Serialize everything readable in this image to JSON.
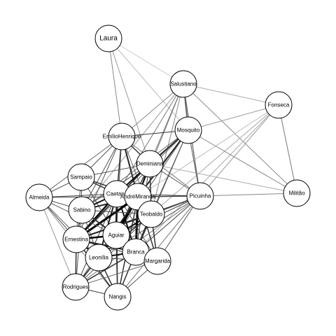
{
  "nodes": [
    {
      "id": "Laura",
      "label": "Laura"
    },
    {
      "id": "Salustiano",
      "label": "Salustiano"
    },
    {
      "id": "Fonseca",
      "label": "Fonseca"
    },
    {
      "id": "EmilioHenrique",
      "label": "EmílioHenrique"
    },
    {
      "id": "Mosquito",
      "label": "Mosquito"
    },
    {
      "id": "Deminiana",
      "label": "Deminiana"
    },
    {
      "id": "Sampaio",
      "label": "Sampaio"
    },
    {
      "id": "Caetano",
      "label": "Caetano"
    },
    {
      "id": "AndreMiranda",
      "label": "AndréMiranda"
    },
    {
      "id": "Almeida",
      "label": "Almeida"
    },
    {
      "id": "Picuinha",
      "label": "Picuinha"
    },
    {
      "id": "Militao",
      "label": "Militão"
    },
    {
      "id": "Sabino",
      "label": "Sabino"
    },
    {
      "id": "Teobaldo",
      "label": "Teobaldo"
    },
    {
      "id": "Aguiar",
      "label": "Aguiar"
    },
    {
      "id": "Ernestina",
      "label": "Ernestina"
    },
    {
      "id": "Branca",
      "label": "Branca"
    },
    {
      "id": "Leonilia",
      "label": "Leonília"
    },
    {
      "id": "Margarida",
      "label": "Margarida"
    },
    {
      "id": "Rodrigues",
      "label": "Rodrigues"
    },
    {
      "id": "Nangis",
      "label": "Nangis"
    }
  ],
  "edges": [
    [
      "Laura",
      "Salustiano",
      1,
      "#cccccc"
    ],
    [
      "Laura",
      "EmilioHenrique",
      1,
      "#888888"
    ],
    [
      "Laura",
      "Deminiana",
      1,
      "#999999"
    ],
    [
      "Laura",
      "Mosquito",
      1,
      "#bbbbbb"
    ],
    [
      "Salustiano",
      "Fonseca",
      1,
      "#aaaaaa"
    ],
    [
      "Salustiano",
      "Mosquito",
      1.5,
      "#555555"
    ],
    [
      "Salustiano",
      "Picuinha",
      1.2,
      "#666666"
    ],
    [
      "Salustiano",
      "Militao",
      1,
      "#888888"
    ],
    [
      "Salustiano",
      "Deminiana",
      1,
      "#777777"
    ],
    [
      "Salustiano",
      "Caetano",
      1,
      "#777777"
    ],
    [
      "Salustiano",
      "AndreMiranda",
      1,
      "#777777"
    ],
    [
      "Salustiano",
      "EmilioHenrique",
      1,
      "#888888"
    ],
    [
      "Salustiano",
      "Sabino",
      1,
      "#999999"
    ],
    [
      "Salustiano",
      "Teobaldo",
      1,
      "#888888"
    ],
    [
      "Fonseca",
      "Militao",
      1,
      "#777777"
    ],
    [
      "Fonseca",
      "Mosquito",
      1,
      "#999999"
    ],
    [
      "Fonseca",
      "Picuinha",
      1,
      "#999999"
    ],
    [
      "Fonseca",
      "Teobaldo",
      1,
      "#aaaaaa"
    ],
    [
      "Fonseca",
      "Branca",
      1,
      "#aaaaaa"
    ],
    [
      "Fonseca",
      "AndreMiranda",
      1,
      "#bbbbbb"
    ],
    [
      "Militao",
      "Picuinha",
      1,
      "#888888"
    ],
    [
      "Militao",
      "Mosquito",
      1,
      "#888888"
    ],
    [
      "Militao",
      "Deminiana",
      1,
      "#aaaaaa"
    ],
    [
      "EmilioHenrique",
      "Mosquito",
      1,
      "#333333"
    ],
    [
      "EmilioHenrique",
      "Deminiana",
      1.5,
      "#333333"
    ],
    [
      "EmilioHenrique",
      "Sampaio",
      1,
      "#555555"
    ],
    [
      "EmilioHenrique",
      "Caetano",
      1.5,
      "#333333"
    ],
    [
      "EmilioHenrique",
      "AndreMiranda",
      2,
      "#222222"
    ],
    [
      "EmilioHenrique",
      "Almeida",
      1,
      "#666666"
    ],
    [
      "EmilioHenrique",
      "Sabino",
      1,
      "#555555"
    ],
    [
      "EmilioHenrique",
      "Ernestina",
      1,
      "#555555"
    ],
    [
      "EmilioHenrique",
      "Teobaldo",
      1,
      "#666666"
    ],
    [
      "EmilioHenrique",
      "Aguiar",
      1,
      "#555555"
    ],
    [
      "EmilioHenrique",
      "Picuinha",
      1,
      "#777777"
    ],
    [
      "Mosquito",
      "Deminiana",
      2,
      "#222222"
    ],
    [
      "Mosquito",
      "AndreMiranda",
      2,
      "#222222"
    ],
    [
      "Mosquito",
      "Caetano",
      1.5,
      "#333333"
    ],
    [
      "Mosquito",
      "Teobaldo",
      1,
      "#444444"
    ],
    [
      "Mosquito",
      "Picuinha",
      1,
      "#555555"
    ],
    [
      "Mosquito",
      "Aguiar",
      1,
      "#555555"
    ],
    [
      "Mosquito",
      "Sabino",
      1,
      "#666666"
    ],
    [
      "Mosquito",
      "Ernestina",
      1,
      "#666666"
    ],
    [
      "Mosquito",
      "Branca",
      1,
      "#666666"
    ],
    [
      "Deminiana",
      "AndreMiranda",
      2,
      "#111111"
    ],
    [
      "Deminiana",
      "Caetano",
      2,
      "#111111"
    ],
    [
      "Deminiana",
      "Teobaldo",
      1.5,
      "#333333"
    ],
    [
      "Deminiana",
      "Sampaio",
      1,
      "#555555"
    ],
    [
      "Deminiana",
      "Aguiar",
      1.5,
      "#333333"
    ],
    [
      "Deminiana",
      "Ernestina",
      1.5,
      "#222222"
    ],
    [
      "Deminiana",
      "Picuinha",
      1,
      "#555555"
    ],
    [
      "Deminiana",
      "Sabino",
      1,
      "#444444"
    ],
    [
      "Deminiana",
      "Branca",
      1,
      "#444444"
    ],
    [
      "Sampaio",
      "Caetano",
      1.5,
      "#333333"
    ],
    [
      "Sampaio",
      "Almeida",
      1,
      "#555555"
    ],
    [
      "Sampaio",
      "Sabino",
      1,
      "#555555"
    ],
    [
      "Sampaio",
      "AndreMiranda",
      1.5,
      "#333333"
    ],
    [
      "Sampaio",
      "Ernestina",
      1,
      "#555555"
    ],
    [
      "Sampaio",
      "Aguiar",
      1,
      "#555555"
    ],
    [
      "Caetano",
      "AndreMiranda",
      3,
      "#000000"
    ],
    [
      "Caetano",
      "Sabino",
      2,
      "#111111"
    ],
    [
      "Caetano",
      "Almeida",
      1,
      "#444444"
    ],
    [
      "Caetano",
      "Ernestina",
      2.5,
      "#111111"
    ],
    [
      "Caetano",
      "Aguiar",
      2.5,
      "#000000"
    ],
    [
      "Caetano",
      "Teobaldo",
      2,
      "#222222"
    ],
    [
      "Caetano",
      "Branca",
      2,
      "#111111"
    ],
    [
      "Caetano",
      "Leonilia",
      2,
      "#222222"
    ],
    [
      "Caetano",
      "Rodrigues",
      1,
      "#444444"
    ],
    [
      "Caetano",
      "Nangis",
      1,
      "#555555"
    ],
    [
      "Caetano",
      "Picuinha",
      1,
      "#444444"
    ],
    [
      "Caetano",
      "Margarida",
      1,
      "#555555"
    ],
    [
      "AndreMiranda",
      "Teobaldo",
      2.5,
      "#111111"
    ],
    [
      "AndreMiranda",
      "Aguiar",
      3,
      "#000000"
    ],
    [
      "AndreMiranda",
      "Ernestina",
      3,
      "#000000"
    ],
    [
      "AndreMiranda",
      "Branca",
      3,
      "#000000"
    ],
    [
      "AndreMiranda",
      "Leonilia",
      2,
      "#111111"
    ],
    [
      "AndreMiranda",
      "Sabino",
      2,
      "#222222"
    ],
    [
      "AndreMiranda",
      "Picuinha",
      1.5,
      "#444444"
    ],
    [
      "AndreMiranda",
      "Margarida",
      1.5,
      "#333333"
    ],
    [
      "AndreMiranda",
      "Almeida",
      1,
      "#444444"
    ],
    [
      "AndreMiranda",
      "Rodrigues",
      1,
      "#444444"
    ],
    [
      "AndreMiranda",
      "Nangis",
      1.5,
      "#333333"
    ],
    [
      "Almeida",
      "Sabino",
      1,
      "#555555"
    ],
    [
      "Almeida",
      "Ernestina",
      1,
      "#555555"
    ],
    [
      "Almeida",
      "Rodrigues",
      1,
      "#999999"
    ],
    [
      "Almeida",
      "Leonilia",
      1,
      "#666666"
    ],
    [
      "Almeida",
      "Aguiar",
      1,
      "#666666"
    ],
    [
      "Almeida",
      "Nangis",
      1,
      "#888888"
    ],
    [
      "Picuinha",
      "Teobaldo",
      1.5,
      "#333333"
    ],
    [
      "Picuinha",
      "Aguiar",
      1,
      "#444444"
    ],
    [
      "Picuinha",
      "Branca",
      1,
      "#444444"
    ],
    [
      "Picuinha",
      "Margarida",
      1,
      "#555555"
    ],
    [
      "Picuinha",
      "Ernestina",
      1,
      "#555555"
    ],
    [
      "Picuinha",
      "Leonilia",
      1,
      "#555555"
    ],
    [
      "Picuinha",
      "Nangis",
      1,
      "#777777"
    ],
    [
      "Picuinha",
      "Rodrigues",
      1,
      "#777777"
    ],
    [
      "Sabino",
      "Ernestina",
      1.5,
      "#333333"
    ],
    [
      "Sabino",
      "Aguiar",
      1.5,
      "#333333"
    ],
    [
      "Sabino",
      "Leonilia",
      1,
      "#444444"
    ],
    [
      "Sabino",
      "Teobaldo",
      1,
      "#444444"
    ],
    [
      "Sabino",
      "Branca",
      1,
      "#444444"
    ],
    [
      "Sabino",
      "Rodrigues",
      1,
      "#555555"
    ],
    [
      "Teobaldo",
      "Aguiar",
      2,
      "#111111"
    ],
    [
      "Teobaldo",
      "Branca",
      2.5,
      "#111111"
    ],
    [
      "Teobaldo",
      "Margarida",
      1.5,
      "#333333"
    ],
    [
      "Teobaldo",
      "Ernestina",
      2,
      "#222222"
    ],
    [
      "Teobaldo",
      "Leonilia",
      1.5,
      "#333333"
    ],
    [
      "Teobaldo",
      "Nangis",
      1,
      "#444444"
    ],
    [
      "Teobaldo",
      "Rodrigues",
      1,
      "#555555"
    ],
    [
      "Aguiar",
      "Ernestina",
      2.5,
      "#000000"
    ],
    [
      "Aguiar",
      "Branca",
      2.5,
      "#000000"
    ],
    [
      "Aguiar",
      "Leonilia",
      2,
      "#111111"
    ],
    [
      "Aguiar",
      "Margarida",
      1.5,
      "#333333"
    ],
    [
      "Aguiar",
      "Nangis",
      1.5,
      "#333333"
    ],
    [
      "Aguiar",
      "Rodrigues",
      1.5,
      "#333333"
    ],
    [
      "Ernestina",
      "Leonilia",
      2,
      "#111111"
    ],
    [
      "Ernestina",
      "Branca",
      2,
      "#222222"
    ],
    [
      "Ernestina",
      "Rodrigues",
      1.5,
      "#333333"
    ],
    [
      "Ernestina",
      "Nangis",
      1.5,
      "#333333"
    ],
    [
      "Ernestina",
      "Margarida",
      1,
      "#444444"
    ],
    [
      "Branca",
      "Leonilia",
      2,
      "#111111"
    ],
    [
      "Branca",
      "Margarida",
      2,
      "#222222"
    ],
    [
      "Branca",
      "Nangis",
      1.5,
      "#333333"
    ],
    [
      "Branca",
      "Rodrigues",
      1.5,
      "#333333"
    ],
    [
      "Leonilia",
      "Rodrigues",
      1.5,
      "#333333"
    ],
    [
      "Leonilia",
      "Nangis",
      1.5,
      "#333333"
    ],
    [
      "Leonilia",
      "Margarida",
      1,
      "#444444"
    ],
    [
      "Margarida",
      "Nangis",
      1,
      "#555555"
    ],
    [
      "Margarida",
      "Rodrigues",
      1,
      "#666666"
    ],
    [
      "Rodrigues",
      "Nangis",
      1,
      "#444444"
    ]
  ]
}
